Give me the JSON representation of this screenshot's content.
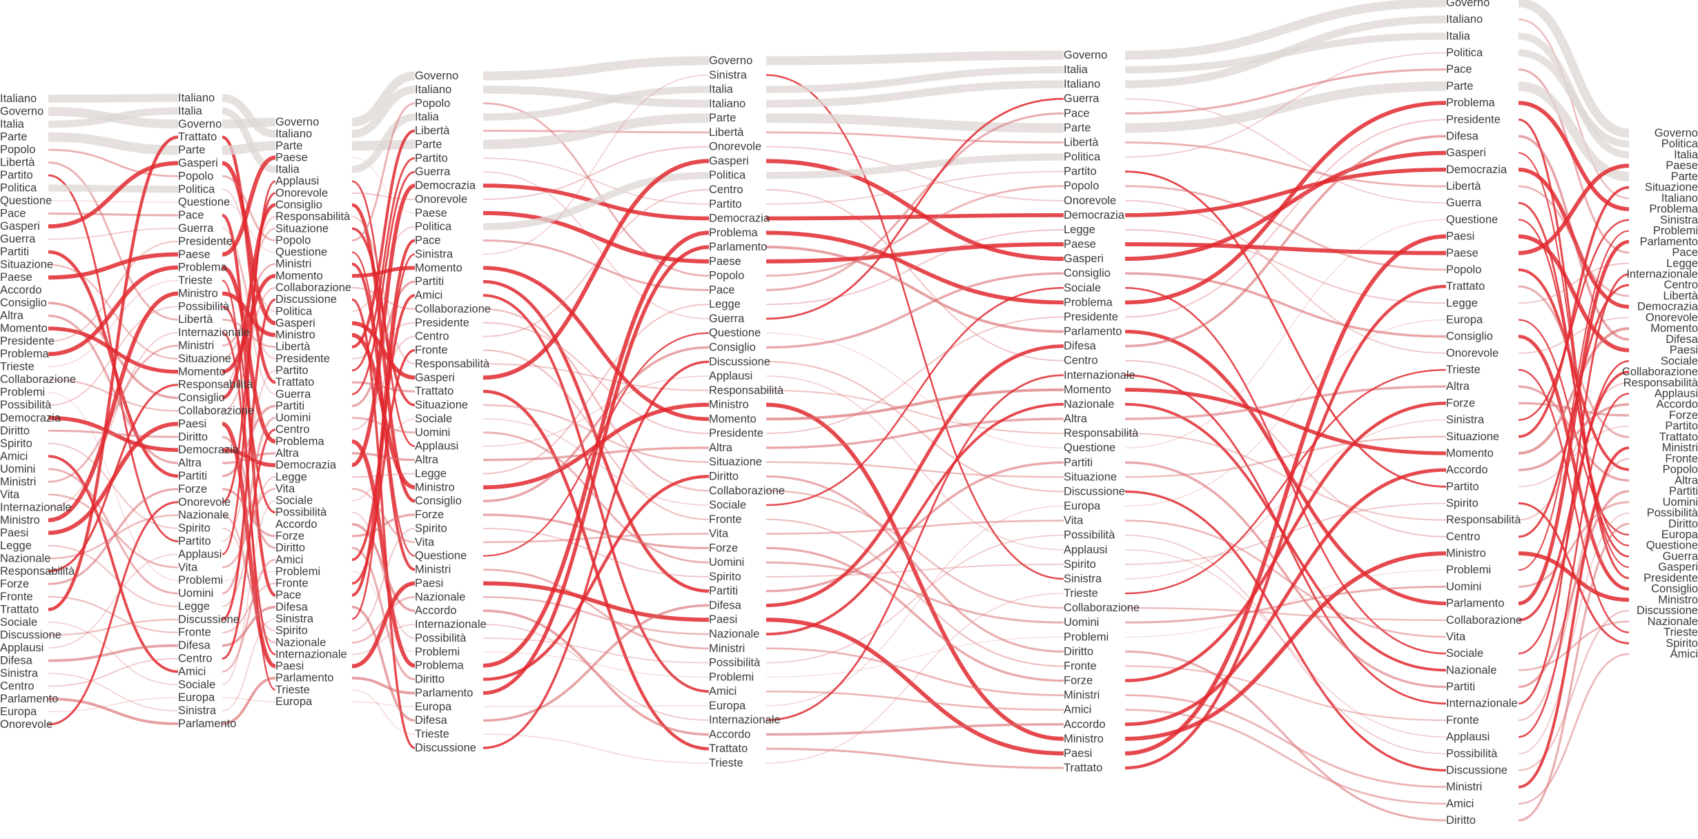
{
  "colors": {
    "background": "#ffffff",
    "text": "#3a3a3a",
    "flow_strong": "#e0282e",
    "flow_weak": "#c9b3b3",
    "flow_neutral": "#ddd7d4"
  },
  "columns": [
    {
      "terms": [
        "Italiano",
        "Governo",
        "Italia",
        "Parte",
        "Popolo",
        "Libertà",
        "Partito",
        "Politica",
        "Questione",
        "Pace",
        "Gasperi",
        "Guerra",
        "Partiti",
        "Situazione",
        "Paese",
        "Accordo",
        "Consiglio",
        "Altra",
        "Momento",
        "Presidente",
        "Problema",
        "Trieste",
        "Collaborazione",
        "Problemi",
        "Possibilità",
        "Democrazia",
        "Diritto",
        "Spirito",
        "Amici",
        "Uomini",
        "Ministri",
        "Vita",
        "Internazionale",
        "Ministro",
        "Paesi",
        "Legge",
        "Nazionale",
        "Responsabilità",
        "Forze",
        "Fronte",
        "Trattato",
        "Sociale",
        "Discussione",
        "Applausi",
        "Difesa",
        "Sinistra",
        "Centro",
        "Parlamento",
        "Europa",
        "Onorevole"
      ]
    },
    {
      "terms": [
        "Italiano",
        "Italia",
        "Governo",
        "Trattato",
        "Parte",
        "Gasperi",
        "Popolo",
        "Politica",
        "Questione",
        "Pace",
        "Guerra",
        "Presidente",
        "Paese",
        "Problema",
        "Trieste",
        "Ministro",
        "Possibilità",
        "Libertà",
        "Internazionale",
        "Ministri",
        "Situazione",
        "Momento",
        "Responsabilità",
        "Consiglio",
        "Collaborazione",
        "Paesi",
        "Diritto",
        "Democrazia",
        "Altra",
        "Partiti",
        "Forze",
        "Onorevole",
        "Nazionale",
        "Spirito",
        "Partito",
        "Applausi",
        "Vita",
        "Problemi",
        "Uomini",
        "Legge",
        "Discussione",
        "Fronte",
        "Difesa",
        "Centro",
        "Amici",
        "Sociale",
        "Europa",
        "Sinistra",
        "Parlamento"
      ]
    },
    {
      "terms": [
        "Governo",
        "Italiano",
        "Parte",
        "Paese",
        "Italia",
        "Applausi",
        "Onorevole",
        "Consiglio",
        "Responsabilità",
        "Situazione",
        "Popolo",
        "Questione",
        "Ministri",
        "Momento",
        "Collaborazione",
        "Discussione",
        "Politica",
        "Gasperi",
        "Ministro",
        "Libertà",
        "Presidente",
        "Partito",
        "Trattato",
        "Guerra",
        "Partiti",
        "Uomini",
        "Centro",
        "Problema",
        "Altra",
        "Democrazia",
        "Legge",
        "Vita",
        "Sociale",
        "Possibilità",
        "Accordo",
        "Forze",
        "Diritto",
        "Amici",
        "Problemi",
        "Fronte",
        "Pace",
        "Difesa",
        "Sinistra",
        "Spirito",
        "Nazionale",
        "Internazionale",
        "Paesi",
        "Parlamento",
        "Trieste",
        "Europa"
      ]
    },
    {
      "terms": [
        "Governo",
        "Italiano",
        "Popolo",
        "Italia",
        "Libertà",
        "Parte",
        "Partito",
        "Guerra",
        "Democrazia",
        "Onorevole",
        "Paese",
        "Politica",
        "Pace",
        "Sinistra",
        "Momento",
        "Partiti",
        "Amici",
        "Collaborazione",
        "Presidente",
        "Centro",
        "Fronte",
        "Responsabilità",
        "Gasperi",
        "Trattato",
        "Situazione",
        "Sociale",
        "Uomini",
        "Applausi",
        "Altra",
        "Legge",
        "Ministro",
        "Consiglio",
        "Forze",
        "Spirito",
        "Vita",
        "Questione",
        "Ministri",
        "Paesi",
        "Nazionale",
        "Accordo",
        "Internazionale",
        "Possibilità",
        "Problemi",
        "Problema",
        "Diritto",
        "Parlamento",
        "Europa",
        "Difesa",
        "Trieste",
        "Discussione"
      ]
    },
    {
      "terms": [
        "Governo",
        "Sinistra",
        "Italia",
        "Italiano",
        "Parte",
        "Libertà",
        "Onorevole",
        "Gasperi",
        "Politica",
        "Centro",
        "Partito",
        "Democrazia",
        "Problema",
        "Parlamento",
        "Paese",
        "Popolo",
        "Pace",
        "Legge",
        "Guerra",
        "Questione",
        "Consiglio",
        "Discussione",
        "Applausi",
        "Responsabilità",
        "Ministro",
        "Momento",
        "Presidente",
        "Altra",
        "Situazione",
        "Diritto",
        "Collaborazione",
        "Sociale",
        "Fronte",
        "Vita",
        "Forze",
        "Uomini",
        "Spirito",
        "Partiti",
        "Difesa",
        "Paesi",
        "Nazionale",
        "Ministri",
        "Possibilità",
        "Problemi",
        "Amici",
        "Europa",
        "Internazionale",
        "Accordo",
        "Trattato",
        "Trieste"
      ]
    },
    {
      "terms": [
        "Governo",
        "Italia",
        "Italiano",
        "Guerra",
        "Pace",
        "Parte",
        "Libertà",
        "Politica",
        "Partito",
        "Popolo",
        "Onorevole",
        "Democrazia",
        "Legge",
        "Paese",
        "Gasperi",
        "Consiglio",
        "Sociale",
        "Problema",
        "Presidente",
        "Parlamento",
        "Difesa",
        "Centro",
        "Internazionale",
        "Momento",
        "Nazionale",
        "Altra",
        "Responsabilità",
        "Questione",
        "Partiti",
        "Situazione",
        "Discussione",
        "Europa",
        "Vita",
        "Possibilità",
        "Applausi",
        "Spirito",
        "Sinistra",
        "Trieste",
        "Collaborazione",
        "Uomini",
        "Problemi",
        "Diritto",
        "Fronte",
        "Forze",
        "Ministri",
        "Amici",
        "Accordo",
        "Ministro",
        "Paesi",
        "Trattato"
      ]
    },
    {
      "terms": [
        "Governo",
        "Italiano",
        "Italia",
        "Politica",
        "Pace",
        "Parte",
        "Problema",
        "Presidente",
        "Difesa",
        "Gasperi",
        "Democrazia",
        "Libertà",
        "Guerra",
        "Questione",
        "Paesi",
        "Paese",
        "Popolo",
        "Trattato",
        "Legge",
        "Europa",
        "Consiglio",
        "Onorevole",
        "Trieste",
        "Altra",
        "Forze",
        "Sinistra",
        "Situazione",
        "Momento",
        "Accordo",
        "Partito",
        "Spirito",
        "Responsabilità",
        "Centro",
        "Ministro",
        "Problemi",
        "Uomini",
        "Parlamento",
        "Collaborazione",
        "Vita",
        "Sociale",
        "Nazionale",
        "Partiti",
        "Internazionale",
        "Fronte",
        "Applausi",
        "Possibilità",
        "Discussione",
        "Ministri",
        "Amici",
        "Diritto"
      ]
    },
    {
      "terms": [
        "Governo",
        "Politica",
        "Italia",
        "Paese",
        "Parte",
        "Situazione",
        "Italiano",
        "Problema",
        "Sinistra",
        "Problemi",
        "Parlamento",
        "Pace",
        "Legge",
        "Internazionale",
        "Centro",
        "Libertà",
        "Democrazia",
        "Onorevole",
        "Momento",
        "Difesa",
        "Paesi",
        "Sociale",
        "Collaborazione",
        "Responsabilità",
        "Applausi",
        "Accordo",
        "Forze",
        "Partito",
        "Trattato",
        "Ministri",
        "Fronte",
        "Popolo",
        "Altra",
        "Partiti",
        "Uomini",
        "Possibilità",
        "Diritto",
        "Europa",
        "Questione",
        "Guerra",
        "Gasperi",
        "Presidente",
        "Consiglio",
        "Ministro",
        "Discussione",
        "Nazionale",
        "Trieste",
        "Spirito",
        "Amici"
      ]
    }
  ]
}
